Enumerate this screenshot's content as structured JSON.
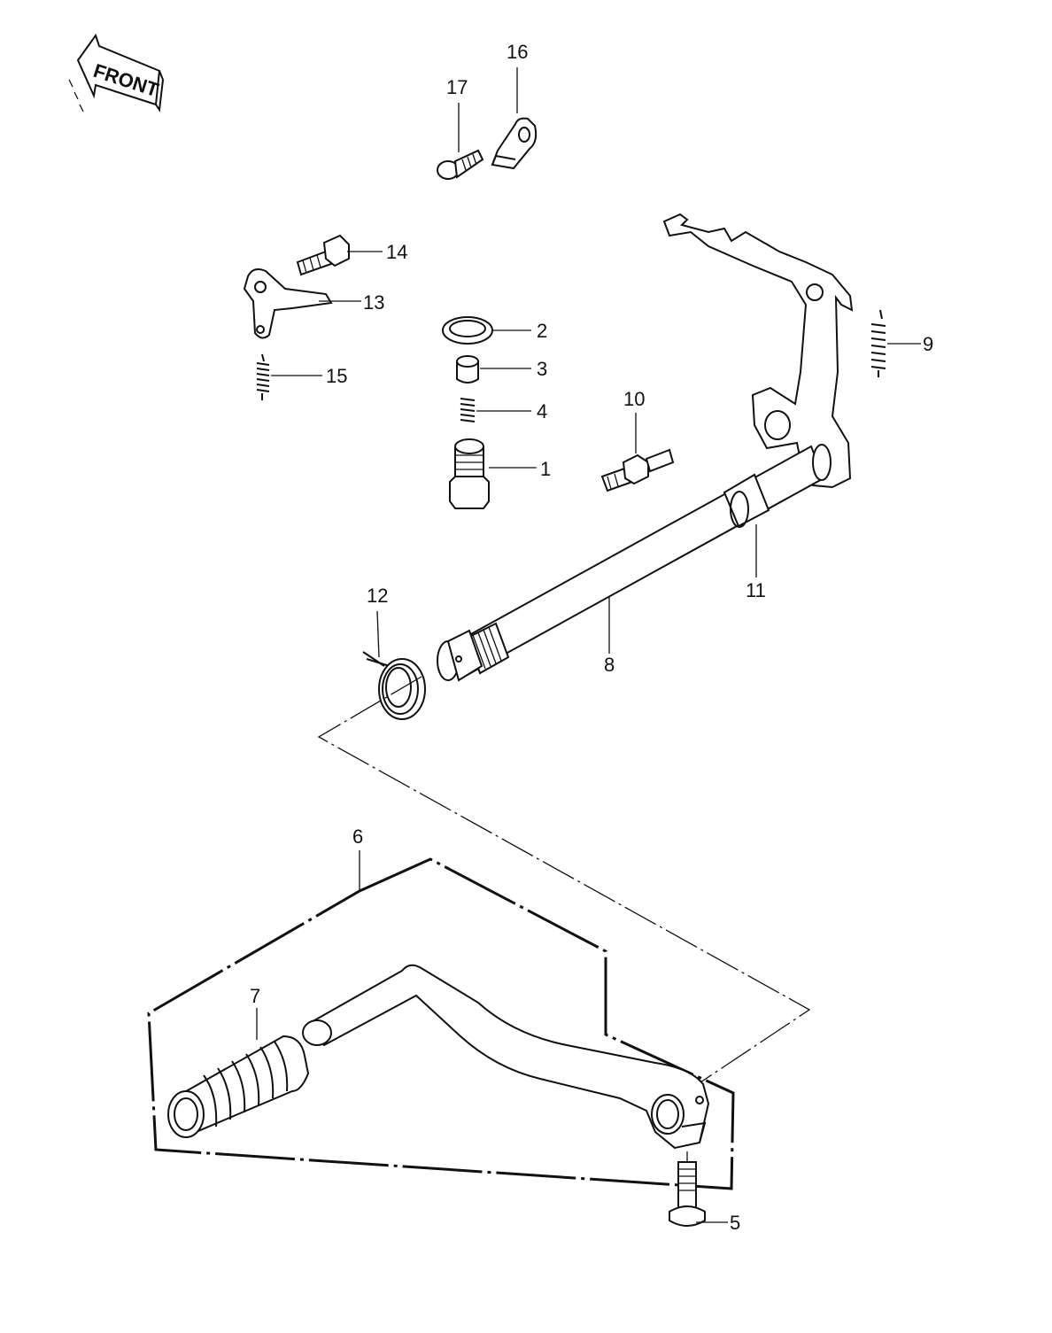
{
  "front_arrow": {
    "text": "FRONT",
    "icon": "front-direction-arrow-icon"
  },
  "callouts": [
    {
      "id": "c1",
      "number": "1"
    },
    {
      "id": "c2",
      "number": "2"
    },
    {
      "id": "c3",
      "number": "3"
    },
    {
      "id": "c4",
      "number": "4"
    },
    {
      "id": "c5",
      "number": "5"
    },
    {
      "id": "c6",
      "number": "6"
    },
    {
      "id": "c7",
      "number": "7"
    },
    {
      "id": "c8",
      "number": "8"
    },
    {
      "id": "c9",
      "number": "9"
    },
    {
      "id": "c10",
      "number": "10"
    },
    {
      "id": "c11",
      "number": "11"
    },
    {
      "id": "c12",
      "number": "12"
    },
    {
      "id": "c13",
      "number": "13"
    },
    {
      "id": "c14",
      "number": "14"
    },
    {
      "id": "c15",
      "number": "15"
    },
    {
      "id": "c16",
      "number": "16"
    },
    {
      "id": "c17",
      "number": "17"
    }
  ],
  "colors": {
    "ink": "#111111",
    "paper": "#ffffff"
  }
}
